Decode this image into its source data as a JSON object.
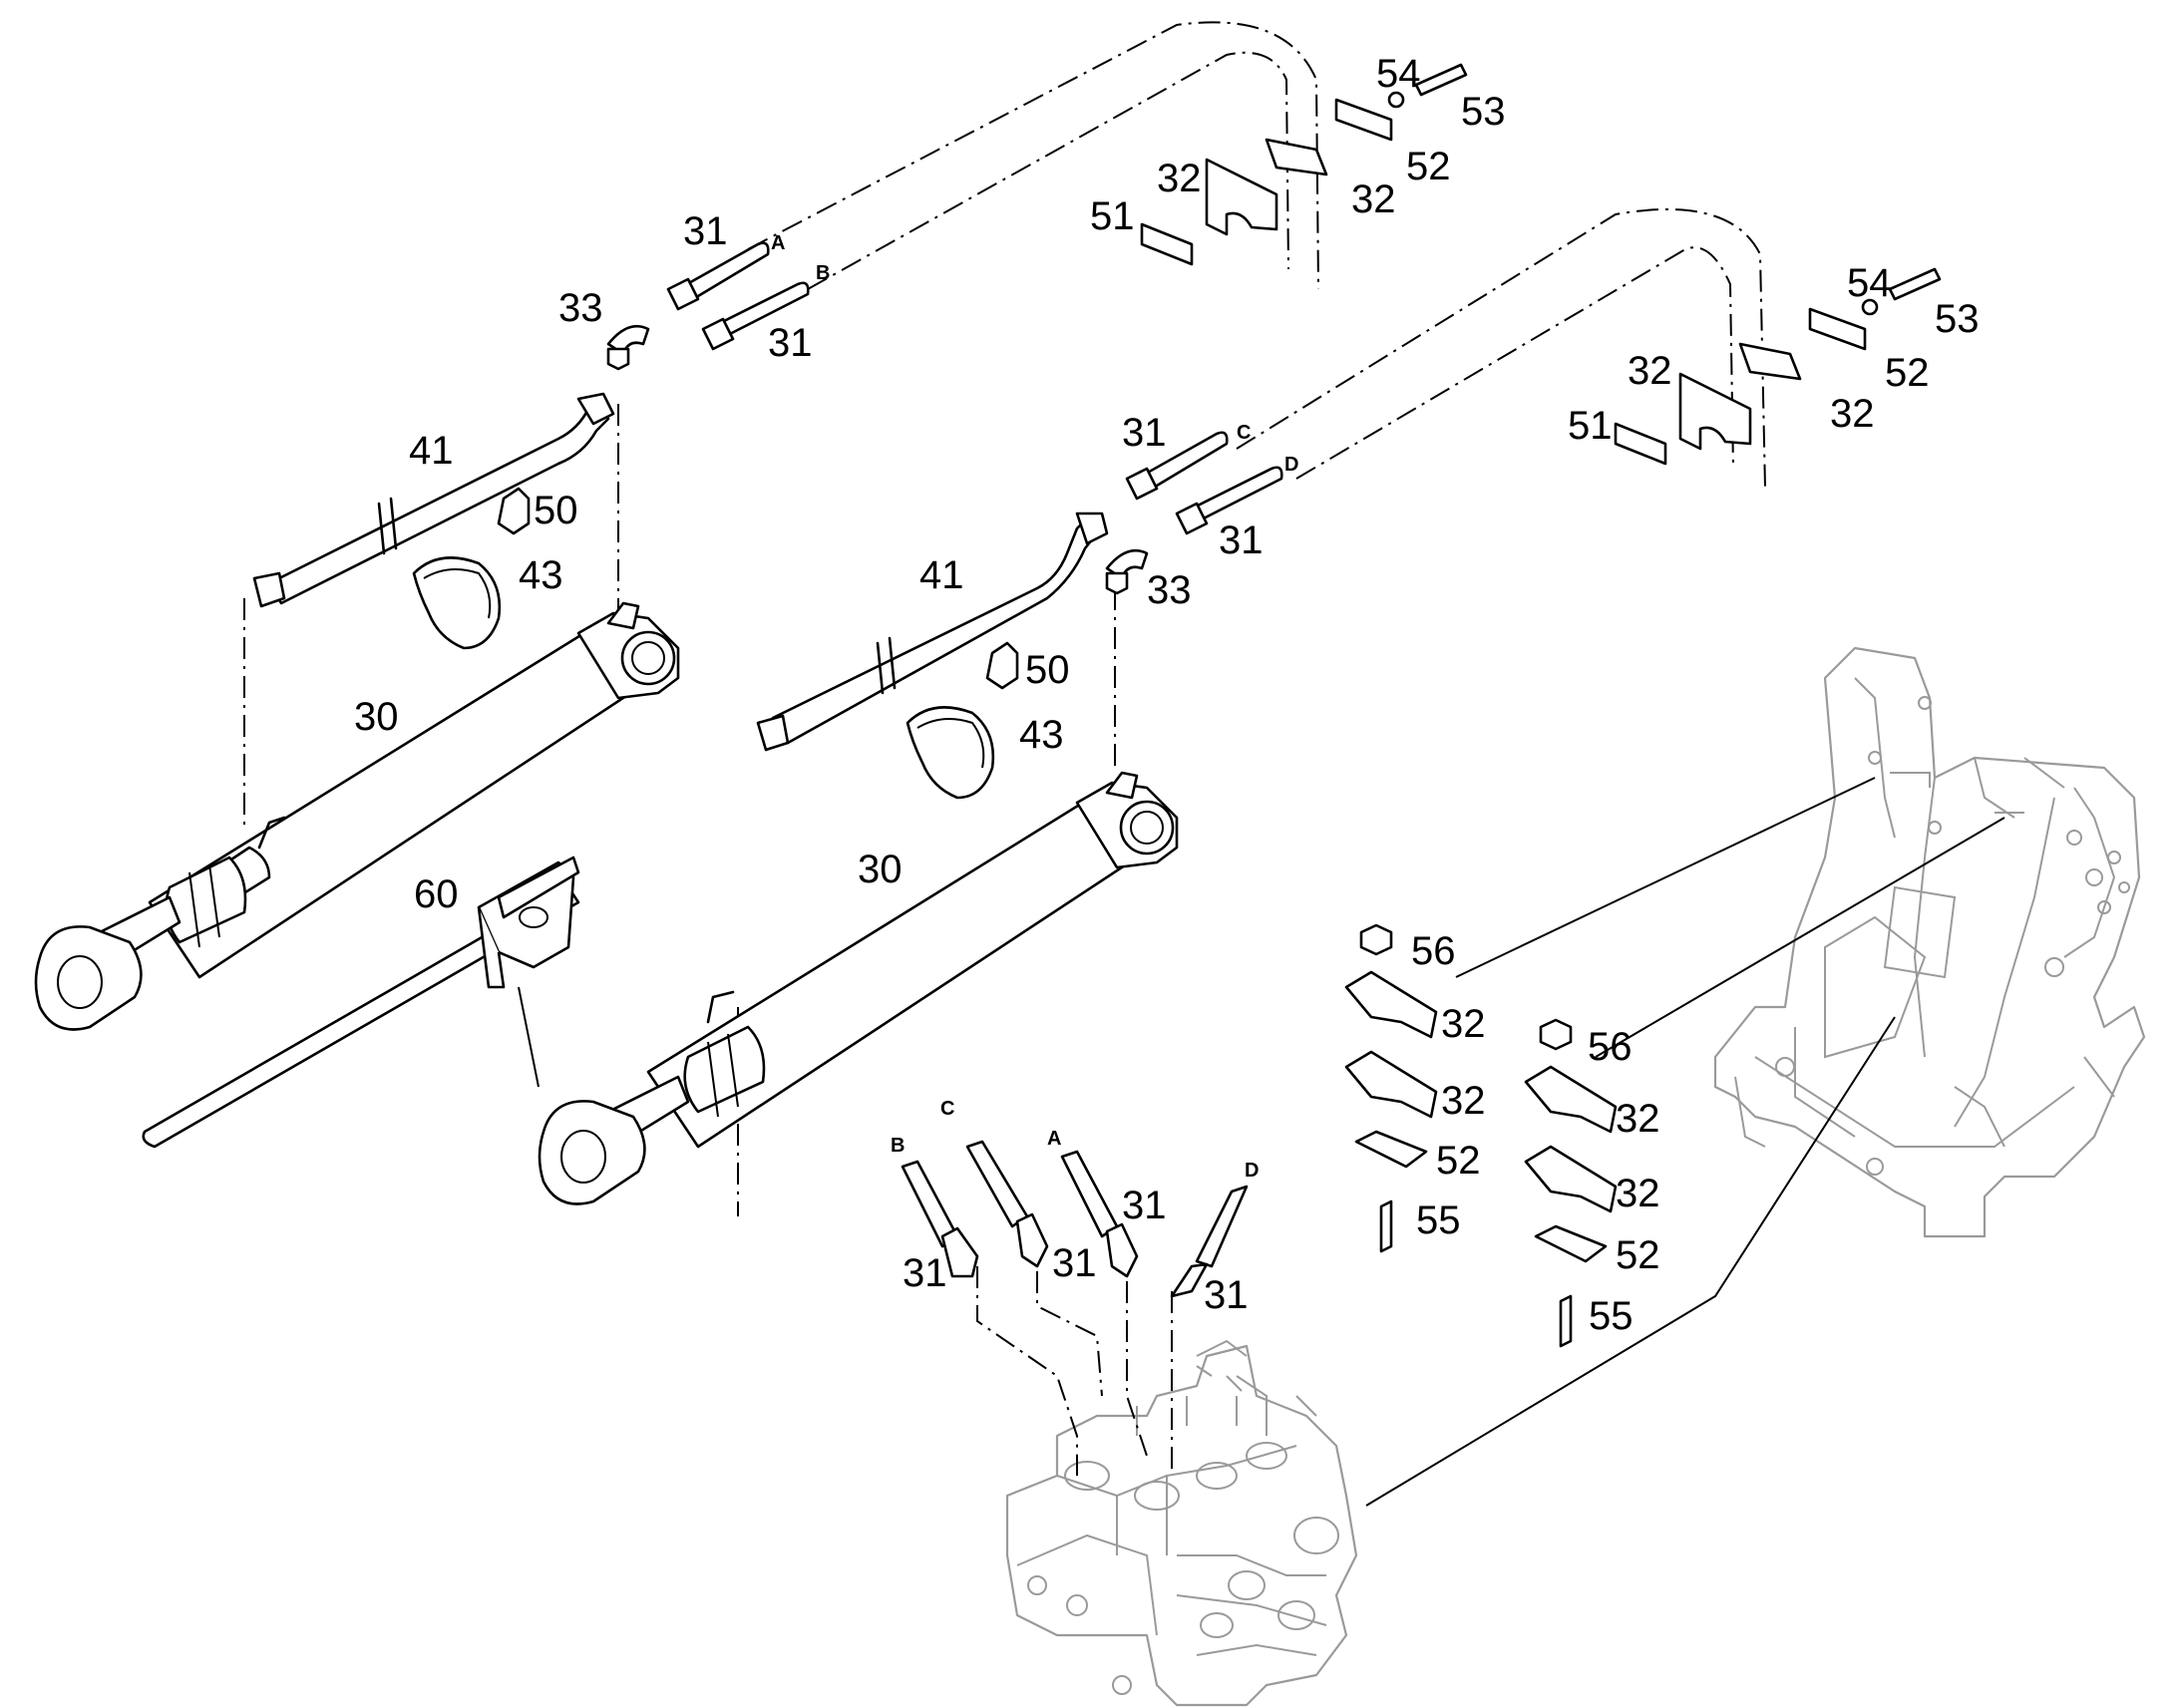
{
  "parts": {
    "cyl_left": "30",
    "cyl_right": "30",
    "pipe_left": "41",
    "pipe_right": "41",
    "clip_left": "50",
    "clip_right": "50",
    "band_left": "43",
    "band_right": "43",
    "bracket": "60",
    "elbow_left": "33",
    "elbow_right": "33",
    "hose_a_top": "31",
    "hose_b_top": "31",
    "hose_c_top": "31",
    "hose_d_top": "31",
    "clamp1_a": "32",
    "clamp1_b": "32",
    "clamp2_a": "32",
    "clamp2_b": "32",
    "plate1": "51",
    "plate2": "51",
    "cover1": "52",
    "cover2": "52",
    "bolt1": "53",
    "bolt2": "53",
    "washer1": "54",
    "washer2": "54",
    "nut1": "56",
    "nut2": "56",
    "clampstack1_a": "32",
    "clampstack1_b": "32",
    "clampstack2_a": "32",
    "clampstack2_b": "32",
    "stackplate1": "52",
    "stackplate2": "52",
    "stackbolt1": "55",
    "stackbolt2": "55",
    "hose_valve_1": "31",
    "hose_valve_2": "31",
    "hose_valve_3": "31",
    "hose_valve_4": "31"
  },
  "letters": {
    "top_a": "A",
    "top_b": "B",
    "top_c": "C",
    "top_d": "D",
    "bottom_b": "B",
    "bottom_c": "C",
    "bottom_a": "A",
    "bottom_d": "D"
  }
}
